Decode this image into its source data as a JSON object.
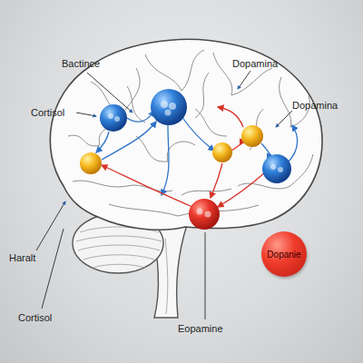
{
  "diagram": {
    "nodes": [
      {
        "text": [
          "Dopanie"
        ]
      }
    ],
    "labels": [
      "Bactince",
      "Cortisol",
      "Dopamina",
      "Dopamina",
      "Haralt",
      "Cortisol",
      "Eopamine"
    ]
  }
}
